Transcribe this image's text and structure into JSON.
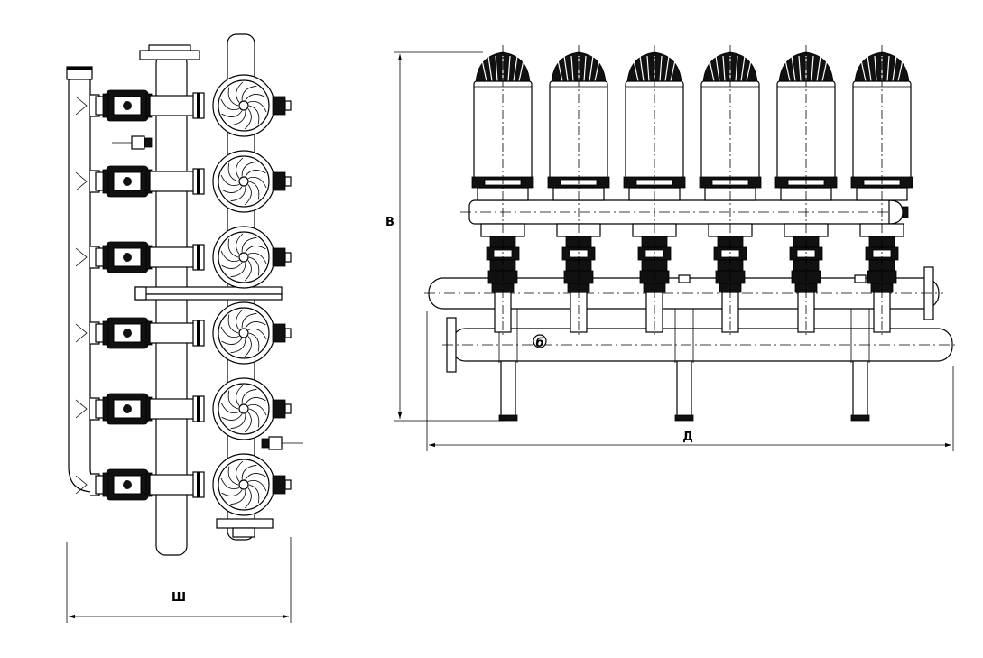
{
  "dimensions": {
    "width_label": "Ш",
    "height_label": "В",
    "length_label": "Д"
  },
  "annotations": {
    "mark": "б"
  },
  "side_view": {
    "filter_count": 6
  },
  "front_view": {
    "filter_count": 6,
    "support_count": 3
  }
}
